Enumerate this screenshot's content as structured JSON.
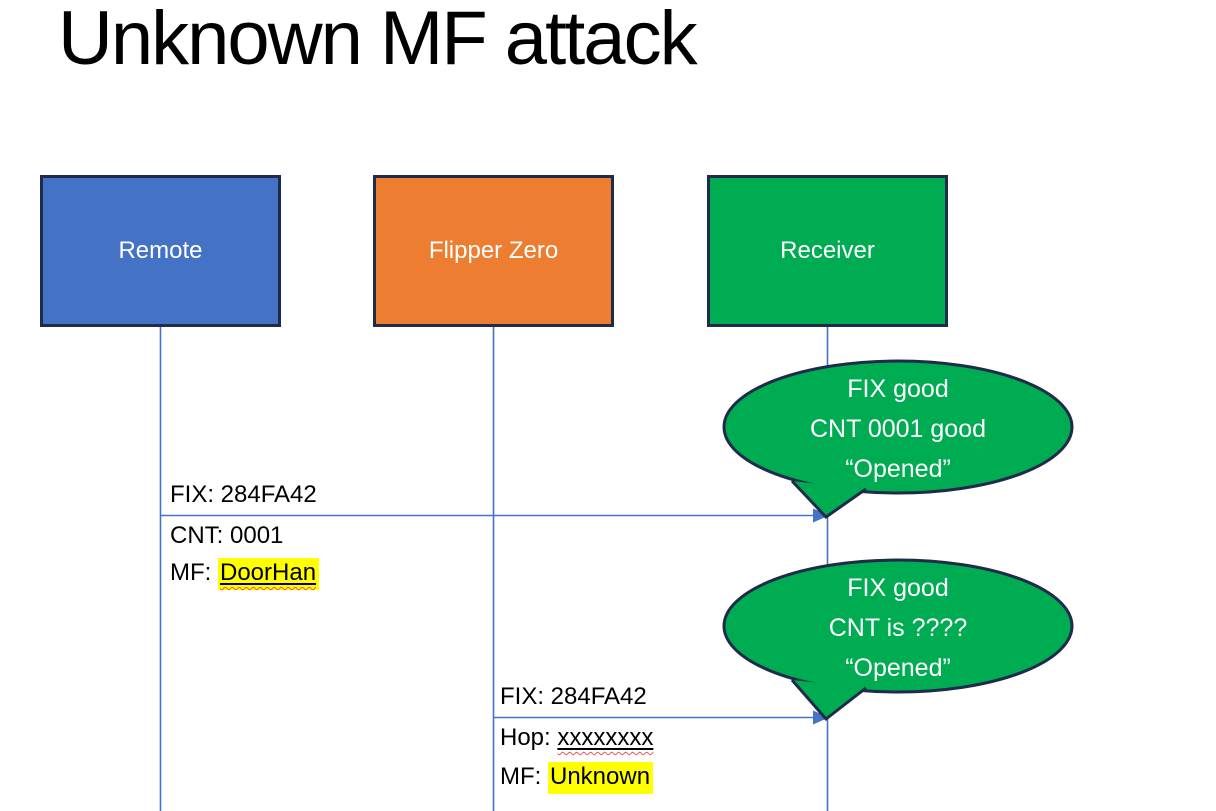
{
  "title": "Unknown MF attack",
  "colors": {
    "accent-blue": "#4472C4",
    "accent-orange": "#ED7D31",
    "accent-green": "#00AC52",
    "shape-border": "#1E2B4A",
    "line-blue": "#4472C4",
    "highlight-yellow": "#FFFF00",
    "squiggle-red": "#F0544C"
  },
  "actors": [
    {
      "label": "Remote"
    },
    {
      "label": "Flipper Zero"
    },
    {
      "label": "Receiver"
    }
  ],
  "messages": [
    {
      "from": "Remote",
      "to": "Receiver",
      "above_line": "FIX: 284FA42",
      "line2": "CNT: 0001",
      "line3_prefix": "MF: ",
      "line3_value": "DoorHan"
    },
    {
      "from": "Flipper Zero",
      "to": "Receiver",
      "above_line": "FIX: 284FA42",
      "line2_prefix": "Hop: ",
      "line2_value": "xxxxxxxx",
      "line3_prefix": "MF: ",
      "line3_value": "Unknown"
    }
  ],
  "callouts": [
    {
      "line1": "FIX good",
      "line2": "CNT 0001 good",
      "line3": "“Opened”"
    },
    {
      "line1": "FIX good",
      "line2": "CNT is ????",
      "line3": "“Opened”"
    }
  ]
}
